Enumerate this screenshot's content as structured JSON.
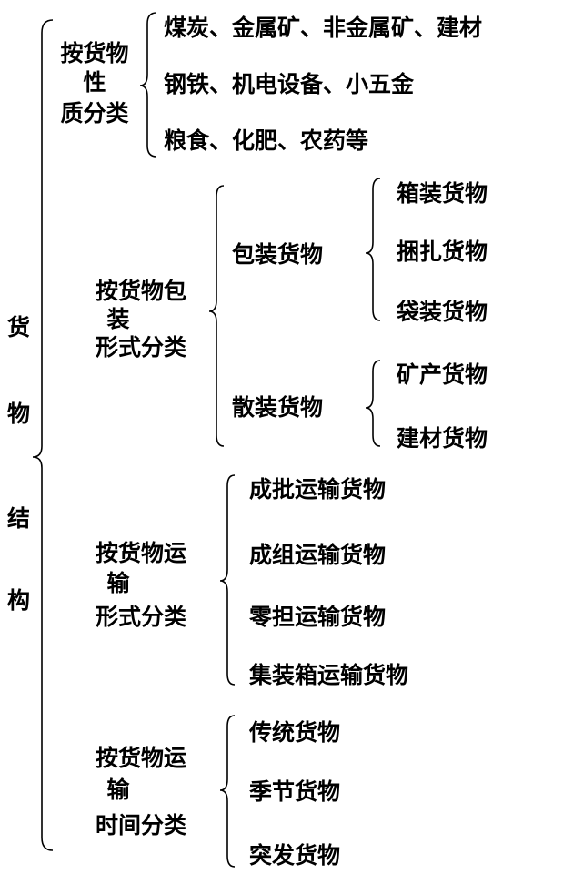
{
  "root": {
    "chars": [
      "货",
      "物",
      "结",
      "构"
    ]
  },
  "nature": {
    "label_lines": [
      "按货物",
      "性",
      "质分类"
    ],
    "items": [
      "煤炭、金属矿、非金属矿、建材",
      "钢铁、机电设备、小五金",
      "粮食、化肥、农药等"
    ]
  },
  "packaging": {
    "label_lines": [
      "按货物包",
      "装",
      "形式分类"
    ],
    "packaged": {
      "label": "包装货物",
      "items": [
        "箱装货物",
        "捆扎货物",
        "袋装货物"
      ]
    },
    "bulk": {
      "label": "散装货物",
      "items": [
        "矿产货物",
        "建材货物"
      ]
    }
  },
  "transport_form": {
    "label_lines": [
      "按货物运",
      "输",
      "形式分类"
    ],
    "items": [
      "成批运输货物",
      "成组运输货物",
      "零担运输货物",
      "集装箱运输货物"
    ]
  },
  "transport_time": {
    "label_lines": [
      "按货物运",
      "输",
      "时间分类"
    ],
    "items": [
      "传统货物",
      "季节货物",
      "突发货物"
    ]
  }
}
